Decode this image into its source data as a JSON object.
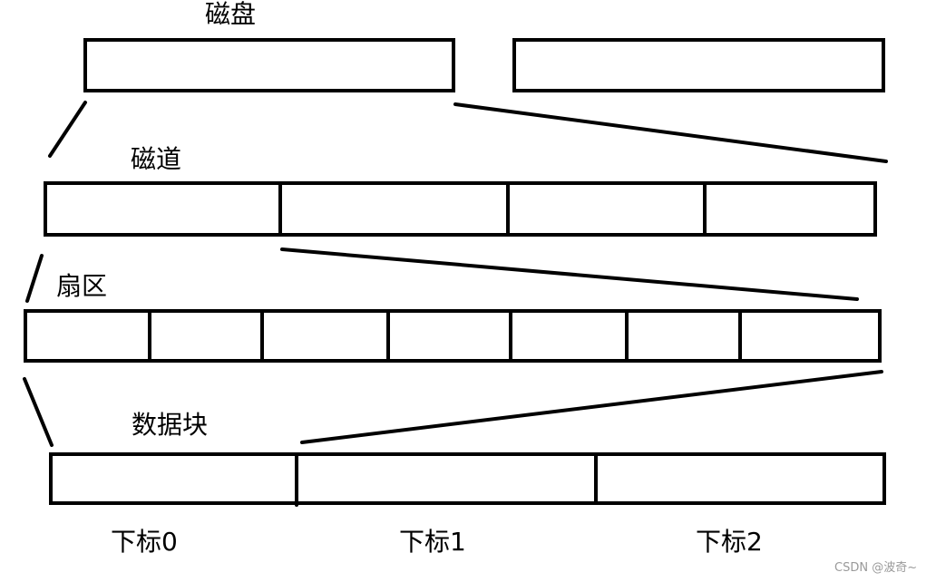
{
  "labels": {
    "disk": "磁盘",
    "track": "磁道",
    "sector": "扇区",
    "block": "数据块",
    "index0": "下标0",
    "index1": "下标1",
    "index2": "下标2"
  },
  "watermark": "CSDN @波奇~",
  "colors": {
    "stroke": "#000000",
    "background": "#ffffff",
    "watermark": "#9a9a9a"
  }
}
